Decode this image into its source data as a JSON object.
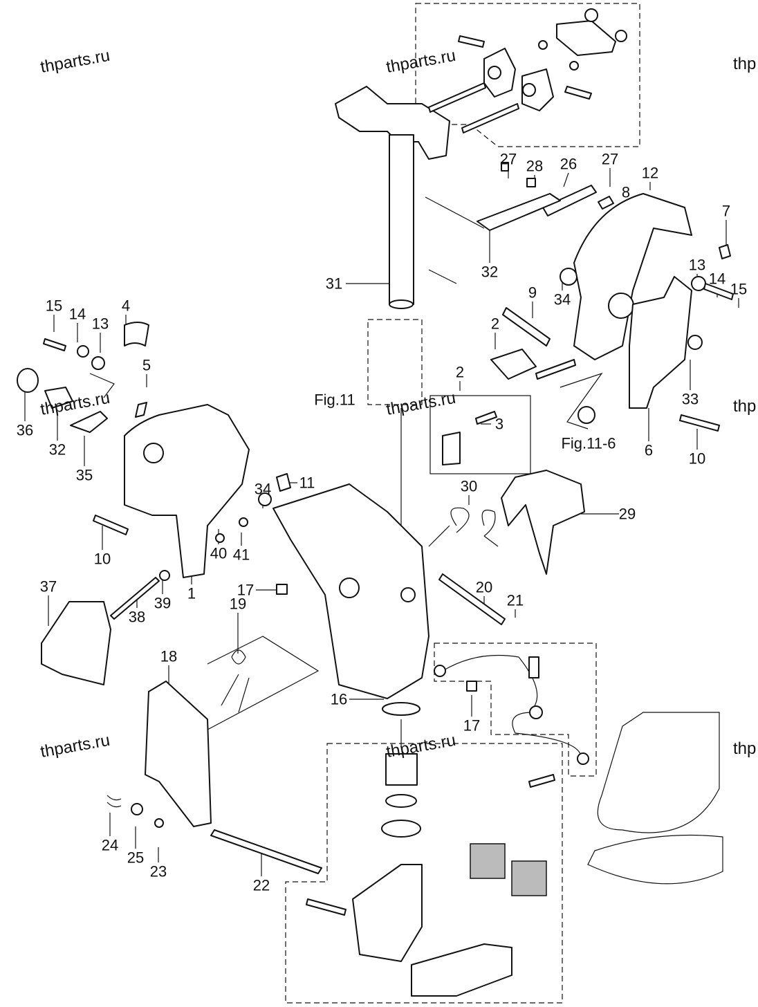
{
  "watermark": "thparts.ru",
  "watermark_cut": "thp",
  "figures": {
    "fig11": "Fig.11",
    "fig11_6": "Fig.11-6"
  },
  "labels": [
    "27",
    "28",
    "26",
    "27",
    "12",
    "8",
    "7",
    "13",
    "14",
    "15",
    "32",
    "34",
    "31",
    "9",
    "2",
    "33",
    "2",
    "3",
    "6",
    "10",
    "15",
    "14",
    "13",
    "4",
    "5",
    "36",
    "32",
    "35",
    "11",
    "34",
    "30",
    "29",
    "10",
    "40",
    "41",
    "1",
    "39",
    "17",
    "20",
    "21",
    "38",
    "37",
    "19",
    "18",
    "16",
    "17",
    "24",
    "25",
    "23",
    "22"
  ]
}
